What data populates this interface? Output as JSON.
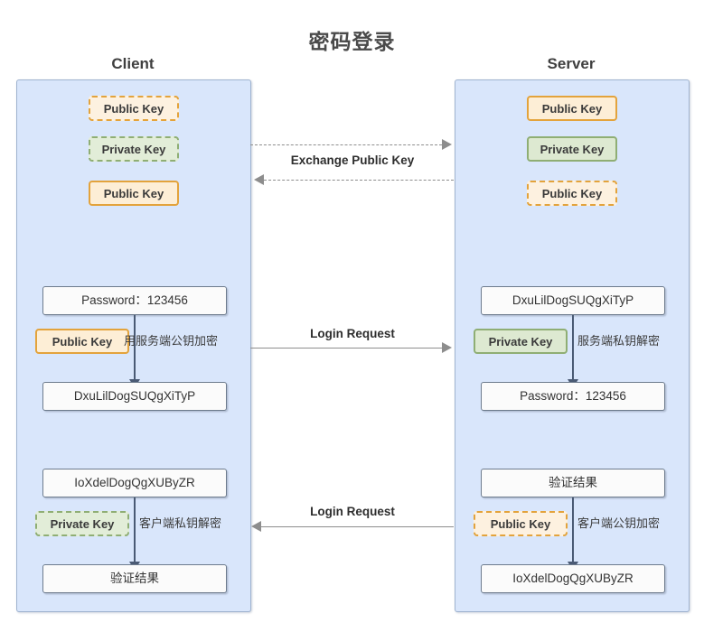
{
  "title": "密码登录",
  "columns": {
    "client": "Client",
    "server": "Server"
  },
  "labels": {
    "public_key": "Public Key",
    "private_key": "Private Key"
  },
  "flows": {
    "exchange_public_key": "Exchange Public Key",
    "login_request_1": "Login Request",
    "login_request_2": "Login Request"
  },
  "client": {
    "keys": [
      {
        "name": "Public Key",
        "type": "public",
        "style": "dashed"
      },
      {
        "name": "Private Key",
        "type": "private",
        "style": "dashed"
      },
      {
        "name": "Public Key",
        "type": "public",
        "style": "solid"
      }
    ],
    "encrypt_step": {
      "source": "Password：123456",
      "key": "Public Key",
      "key_type": "public",
      "key_style": "solid",
      "note": "用服务端公钥加密",
      "result": "DxuLilDogSUQgXiTyP"
    },
    "decrypt_step": {
      "source": "IoXdelDogQgXUByZR",
      "key": "Private Key",
      "key_type": "private",
      "key_style": "dashed",
      "note": "客户端私钥解密",
      "result": "验证结果"
    }
  },
  "server": {
    "keys": [
      {
        "name": "Public Key",
        "type": "public",
        "style": "solid"
      },
      {
        "name": "Private Key",
        "type": "private",
        "style": "solid"
      },
      {
        "name": "Public Key",
        "type": "public",
        "style": "dashed"
      }
    ],
    "decrypt_step": {
      "source": "DxuLilDogSUQgXiTyP",
      "key": "Private Key",
      "key_type": "private",
      "key_style": "solid",
      "note": "服务端私钥解密",
      "result": "Password：123456"
    },
    "encrypt_step": {
      "source": "验证结果",
      "key": "Public Key",
      "key_type": "public",
      "key_style": "dashed",
      "note": "客户端公钥加密",
      "result": "IoXdelDogQgXUByZR"
    }
  },
  "colors": {
    "panel_fill": "#d9e6fb",
    "panel_border": "#9fb3cf",
    "public_key_border": "#e3a33c",
    "public_key_fill": "#fdeed6",
    "private_key_border": "#8fae74",
    "private_key_fill": "#dde9d1",
    "box_border": "#6d7b8d",
    "arrow": "#8d8d8d"
  }
}
